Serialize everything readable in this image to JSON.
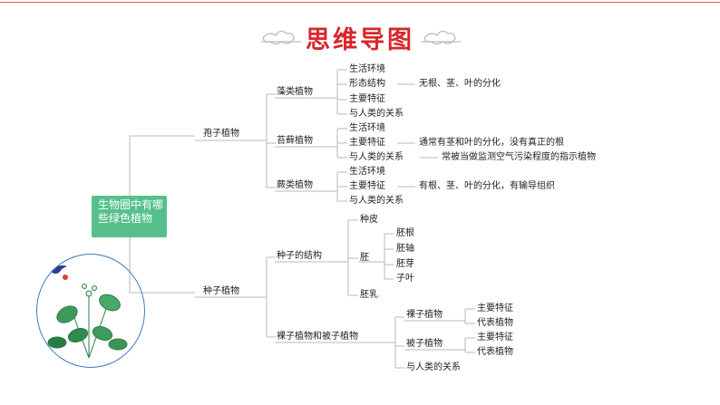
{
  "title": "思维导图",
  "root": "生物圈中有哪些绿色植物",
  "spore": {
    "label": "孢子植物",
    "algae": {
      "label": "藻类植物",
      "items": [
        "生活环境",
        "形态结构",
        "主要特征",
        "与人类的关系"
      ],
      "note": "无根、茎、叶的分化"
    },
    "moss": {
      "label": "苔藓植物",
      "items": [
        "生活环境",
        "主要特征",
        "与人类的关系"
      ],
      "note_feature": "通常有茎和叶的分化，没有真正的根",
      "note_relation": "常被当做监测空气污染程度的指示植物"
    },
    "fern": {
      "label": "蕨类植物",
      "items": [
        "生活环境",
        "主要特征",
        "与人类的关系"
      ],
      "note": "有根、茎、叶的分化，有输导组织"
    }
  },
  "seed": {
    "label": "种子植物",
    "structure": {
      "label": "种子的结构",
      "coat": "种皮",
      "embryo": "胚",
      "embryo_parts": [
        "胚根",
        "胚轴",
        "胚芽",
        "子叶"
      ],
      "endosperm": "胚乳"
    },
    "types": {
      "label": "裸子植物和被子植物",
      "gymno": {
        "label": "裸子植物",
        "items": [
          "主要特征",
          "代表植物"
        ]
      },
      "angio": {
        "label": "被子植物",
        "items": [
          "主要特征",
          "代表植物"
        ]
      },
      "relation": "与人类的关系"
    }
  },
  "colors": {
    "title": "#d9252b",
    "root_box": "#56c08c",
    "line": "#b8b8b8"
  }
}
